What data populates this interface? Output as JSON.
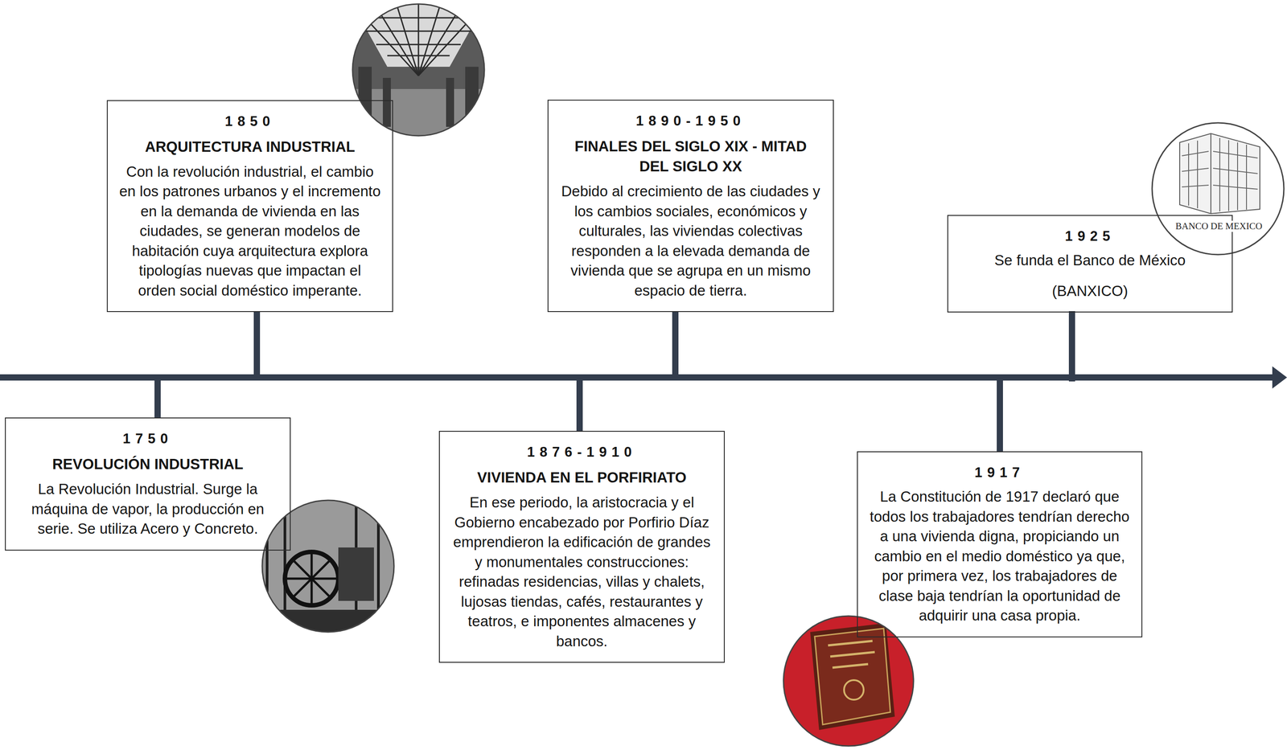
{
  "diagram": {
    "nodes": [
      {
        "text": [
          "1750",
          "REVOLUCIÓN INDUSTRIAL",
          "La Revolución Industrial. Surge la máquina de vapor, la producción en serie. Se utiliza Acero y Concreto."
        ]
      },
      {
        "text": [
          "1850",
          "ARQUITECTURA INDUSTRIAL",
          "Con la revolución industrial, el cambio en los patrones urbanos y el incremento en la demanda de vivienda en las ciudades, se generan modelos de habitación cuya arquitectura explora tipologías nuevas que impactan el orden social doméstico imperante."
        ]
      },
      {
        "text": [
          "1876-1910",
          "VIVIENDA EN EL PORFIRIATO",
          "En ese periodo, la aristocracia y el Gobierno encabezado por Porfirio Díaz emprendieron la edificación de grandes y monumentales construcciones: refinadas residencias, villas y chalets, lujosas tiendas, cafés, restaurantes y teatros, e imponentes almacenes y bancos."
        ]
      },
      {
        "text": [
          "1890-1950",
          "FINALES DEL SIGLO XIX - MITAD DEL SIGLO XX",
          "Debido al crecimiento de las ciudades y los cambios sociales, económicos y culturales, las viviendas colectivas responden a la elevada demanda de vivienda que se agrupa en un mismo espacio de tierra."
        ]
      },
      {
        "text": [
          "1917",
          "La Constitución de 1917 declaró que todos los trabajadores tendrían derecho a una vivienda digna, propiciando un cambio en el medio doméstico ya que, por primera vez, los trabajadores de clase baja tendrían la oportunidad de adquirir una casa propia."
        ]
      },
      {
        "text": [
          "1925",
          "Se funda el Banco de México",
          "(BANXICO)"
        ]
      }
    ],
    "labels": [
      "BANCO DE MEXICO"
    ]
  }
}
